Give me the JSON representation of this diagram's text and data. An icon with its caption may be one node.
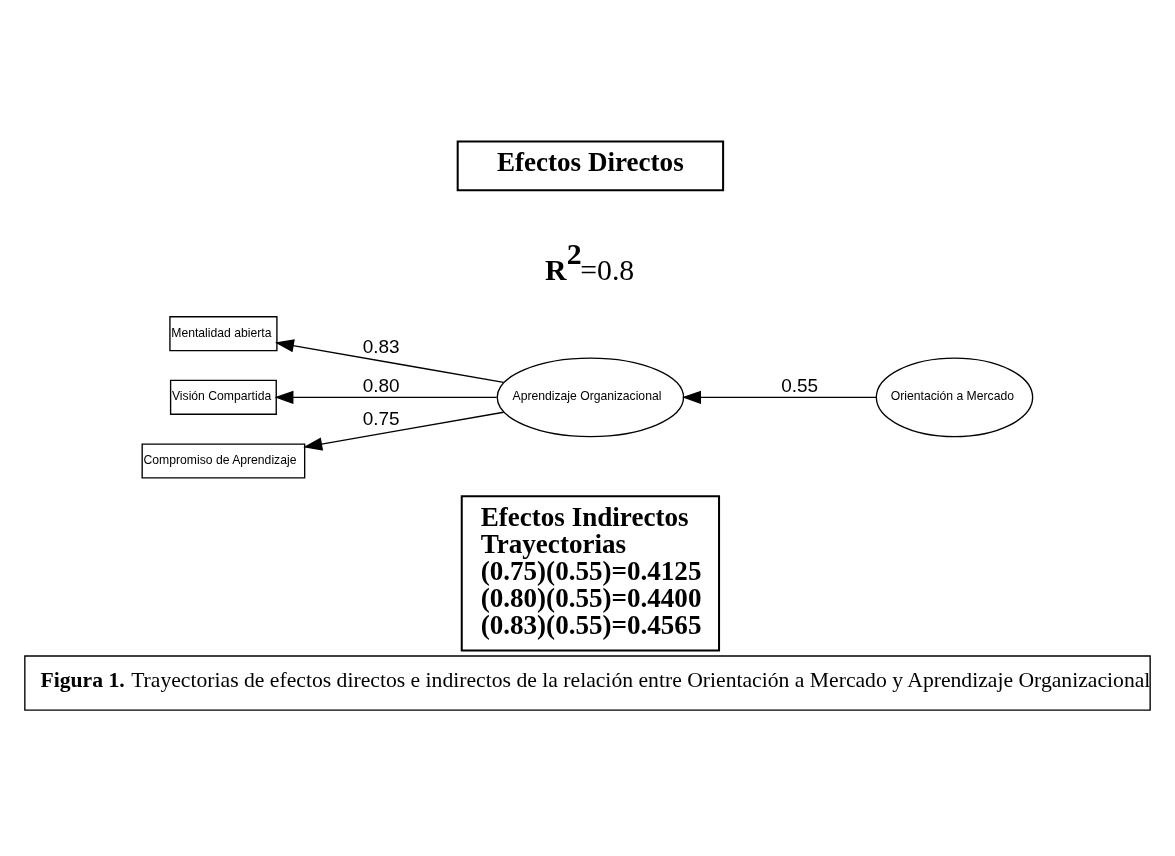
{
  "diagram": {
    "caption": "**Figura 1.** Trayectorias de efectos directos e indirectos de la relación entre Orientación a Mercado y Aprendizaje Organizacional",
    "nodes": [
      {
        "text": [
          "Efectos Directos"
        ]
      },
      {
        "text": [
          "Mentalidad abierta"
        ]
      },
      {
        "text": [
          "Visión Compartida"
        ]
      },
      {
        "text": [
          "Compromiso de Aprendizaje"
        ]
      },
      {
        "text": [
          "Aprendizaje Organizacional"
        ]
      },
      {
        "text": [
          "Orientación a Mercado"
        ]
      },
      {
        "text": [
          "Efectos Indirectos",
          "Trayectorias",
          "(0.75)(0.55)=0.4125",
          "(0.80)(0.55)=0.4400",
          "(0.83)(0.55)=0.4565"
        ]
      }
    ],
    "edges": [
      {
        "from": 4,
        "to": 1,
        "arrow": "to",
        "label": "0.83"
      },
      {
        "from": 4,
        "to": 2,
        "arrow": "to",
        "label": "0.80"
      },
      {
        "from": 4,
        "to": 3,
        "arrow": "to",
        "label": "0.75"
      },
      {
        "from": 5,
        "to": 4,
        "arrow": "to",
        "label": "0.55"
      }
    ],
    "labels": [
      "**R$^{2}$**=0.8"
    ]
  }
}
